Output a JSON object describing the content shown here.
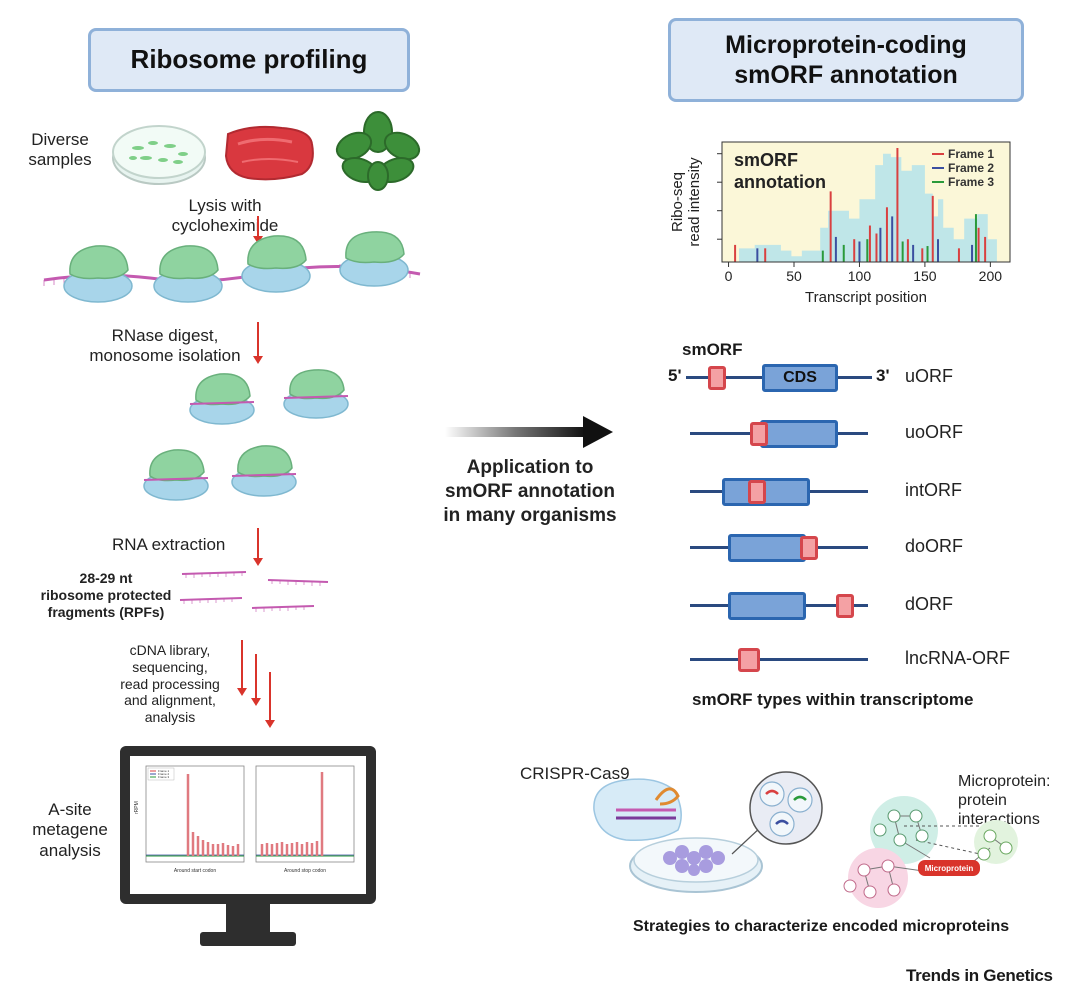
{
  "left": {
    "title": "Ribosome profiling",
    "samples_label": "Diverse\nsamples",
    "lysis_label": "Lysis with\ncycloheximide",
    "rnase_label": "RNase digest,\nmonosome isolation",
    "rna_extraction_label": "RNA extraction",
    "rpf_label": "28-29 nt\nribosome protected\nfragments (RPFs)",
    "cdna_label": "cDNA library,\nsequencing,\nread processing\nand alignment,\nanalysis",
    "asite_label": "A-site\nmetagene\nanalysis",
    "metagene": {
      "left_xlabel": "Around start codon",
      "right_xlabel": "Around stop codon",
      "ylabel": "rRPM",
      "legend": [
        "Frame 1",
        "Frame 2",
        "Frame 3"
      ]
    }
  },
  "middle": {
    "application_label": "Application to\nsmORF annotation\nin many organisms"
  },
  "right": {
    "title": "Microprotein-coding\nsmORF annotation",
    "chart_data": {
      "type": "bar",
      "title": "smORF\nannotation",
      "xlabel": "Transcript position",
      "ylabel": "Ribo-seq\nread intensity",
      "xlim": [
        -5,
        215
      ],
      "xticks": [
        0,
        50,
        100,
        150,
        200
      ],
      "legend_placement": "top-right",
      "series": [
        {
          "name": "Frame 1",
          "color": "#d94040",
          "x": [
            5,
            28,
            78,
            96,
            108,
            113,
            121,
            129,
            137,
            148,
            156,
            176,
            191,
            196
          ],
          "values": [
            0.15,
            0.12,
            0.62,
            0.2,
            0.32,
            0.25,
            0.48,
            1.0,
            0.2,
            0.12,
            0.58,
            0.12,
            0.3,
            0.22
          ]
        },
        {
          "name": "Frame 2",
          "color": "#3b4fa0",
          "x": [
            22,
            82,
            100,
            116,
            125,
            141,
            160,
            186
          ],
          "values": [
            0.12,
            0.22,
            0.18,
            0.3,
            0.4,
            0.15,
            0.2,
            0.15
          ]
        },
        {
          "name": "Frame 3",
          "color": "#2a9a3a",
          "x": [
            72,
            88,
            106,
            133,
            152,
            189
          ],
          "values": [
            0.1,
            0.15,
            0.2,
            0.18,
            0.14,
            0.42
          ]
        }
      ],
      "coverage": {
        "x": [
          0,
          8,
          8,
          20,
          20,
          40,
          40,
          48,
          48,
          56,
          56,
          70,
          70,
          76,
          76,
          92,
          92,
          100,
          100,
          112,
          112,
          118,
          118,
          124,
          124,
          132,
          132,
          140,
          140,
          150,
          150,
          156,
          156,
          160,
          160,
          164,
          164,
          172,
          172,
          180,
          180,
          190,
          190,
          198,
          198,
          205,
          205
        ],
        "values": [
          0.0,
          0.0,
          0.12,
          0.12,
          0.15,
          0.15,
          0.1,
          0.1,
          0.05,
          0.05,
          0.1,
          0.1,
          0.3,
          0.3,
          0.45,
          0.45,
          0.38,
          0.38,
          0.55,
          0.55,
          0.85,
          0.85,
          0.95,
          0.95,
          0.92,
          0.92,
          0.8,
          0.8,
          0.85,
          0.85,
          0.6,
          0.6,
          0.4,
          0.4,
          0.55,
          0.55,
          0.3,
          0.3,
          0.2,
          0.2,
          0.38,
          0.38,
          0.42,
          0.42,
          0.2,
          0.2,
          0.0
        ]
      }
    },
    "orf_diagram": {
      "smorf_label": "smORF",
      "five_prime": "5'",
      "three_prime": "3'",
      "cds_label": "CDS",
      "types": [
        "uORF",
        "uoORF",
        "intORF",
        "doORF",
        "dORF",
        "lncRNA-ORF"
      ],
      "caption": "smORF types within transcriptome"
    },
    "strategies": {
      "crispr_label": "CRISPR-Cas9",
      "microprotein_interactions_label": "Microprotein:\nprotein\ninteractions",
      "microprotein_node": "Microprotein",
      "caption": "Strategies to characterize encoded microproteins"
    }
  },
  "footer": {
    "journal": "Trends in Genetics"
  },
  "colors": {
    "title_bg": "#dfe9f6",
    "title_border": "#8fb1d9",
    "arrow_red": "#d9342b",
    "ribosome_green": "#8fd3a0",
    "ribosome_blue": "#a8d5ea",
    "coverage_cyan": "#bfe6e8",
    "chart_bg": "#fbf7d8"
  }
}
